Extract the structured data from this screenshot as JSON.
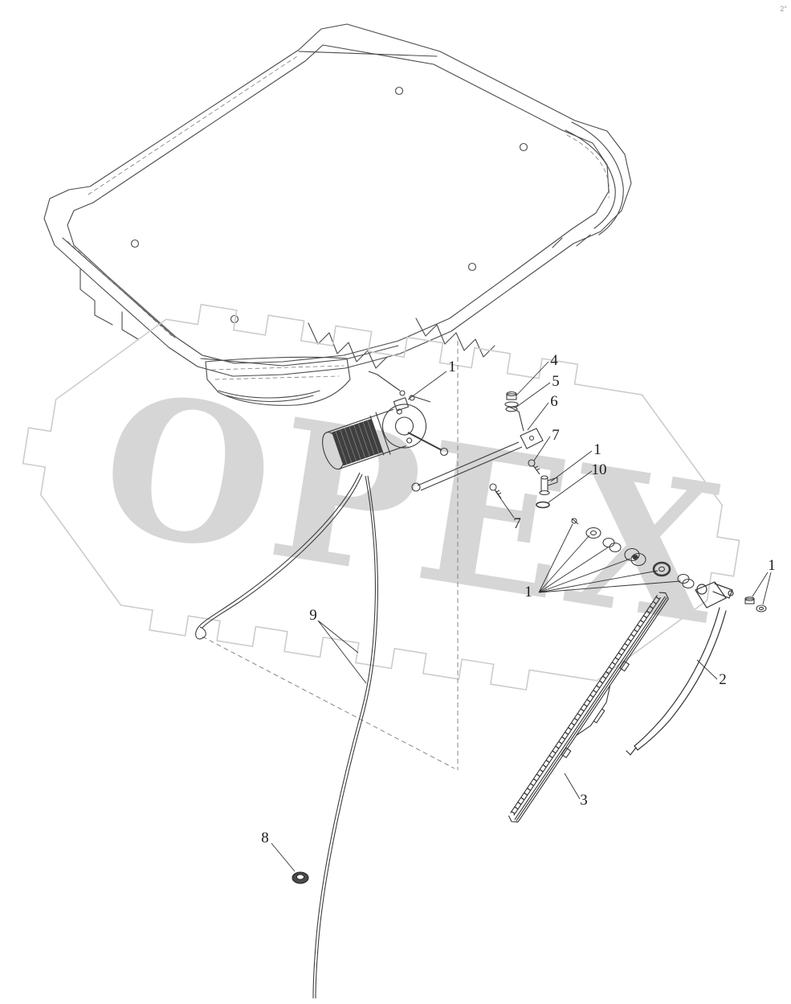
{
  "watermark": {
    "text": "OPEX",
    "color": "#d6d6d6"
  },
  "corner_mark": {
    "text": "2°"
  },
  "colors": {
    "line": "#454545",
    "dashed": "#7a7a7a",
    "watermark_ring": "#cccccc"
  },
  "callouts": [
    {
      "label": "1"
    },
    {
      "label": "4"
    },
    {
      "label": "5"
    },
    {
      "label": "6"
    },
    {
      "label": "7"
    },
    {
      "label": "1"
    },
    {
      "label": "10"
    },
    {
      "label": "7"
    },
    {
      "label": "1"
    },
    {
      "label": "1"
    },
    {
      "label": "9"
    },
    {
      "label": "2"
    },
    {
      "label": "3"
    },
    {
      "label": "8"
    }
  ]
}
